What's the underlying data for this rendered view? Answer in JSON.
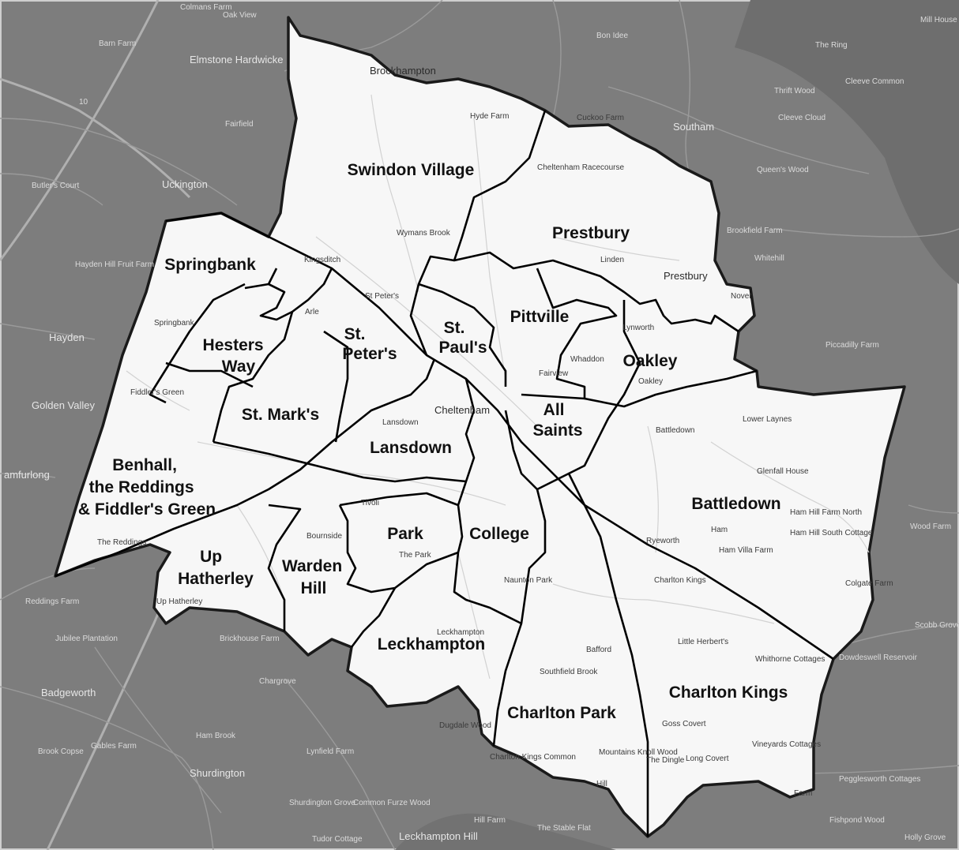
{
  "wards": [
    {
      "id": "swindon-village",
      "lines": [
        "Swindon Village"
      ]
    },
    {
      "id": "prestbury",
      "lines": [
        "Prestbury"
      ]
    },
    {
      "id": "springbank",
      "lines": [
        "Springbank"
      ]
    },
    {
      "id": "pittville",
      "lines": [
        "Pittville"
      ]
    },
    {
      "id": "st-pauls",
      "lines": [
        "St.",
        "Paul's"
      ]
    },
    {
      "id": "st-peters",
      "lines": [
        "St.",
        "Peter's"
      ]
    },
    {
      "id": "hesters-way",
      "lines": [
        "Hesters",
        "Way"
      ]
    },
    {
      "id": "oakley",
      "lines": [
        "Oakley"
      ]
    },
    {
      "id": "st-marks",
      "lines": [
        "St. Mark's"
      ]
    },
    {
      "id": "all-saints",
      "lines": [
        "All",
        "Saints"
      ]
    },
    {
      "id": "lansdown",
      "lines": [
        "Lansdown"
      ]
    },
    {
      "id": "benhall",
      "lines": [
        "Benhall,",
        "the Reddings",
        "& Fiddler's Green"
      ]
    },
    {
      "id": "battledown",
      "lines": [
        "Battledown"
      ]
    },
    {
      "id": "park",
      "lines": [
        "Park"
      ]
    },
    {
      "id": "college",
      "lines": [
        "College"
      ]
    },
    {
      "id": "up-hatherley",
      "lines": [
        "Up",
        "Hatherley"
      ]
    },
    {
      "id": "warden-hill",
      "lines": [
        "Warden",
        "Hill"
      ]
    },
    {
      "id": "leckhampton",
      "lines": [
        "Leckhampton"
      ]
    },
    {
      "id": "charlton-kings",
      "lines": [
        "Charlton Kings"
      ]
    },
    {
      "id": "charlton-park",
      "lines": [
        "Charlton Park"
      ]
    }
  ],
  "places": [
    {
      "id": "colmans-farm",
      "text": "Colmans Farm"
    },
    {
      "id": "oak-view",
      "text": "Oak View"
    },
    {
      "id": "barn-farm",
      "text": "Barn Farm"
    },
    {
      "id": "elmstone-hardwicke",
      "text": "Elmstone Hardwicke"
    },
    {
      "id": "fairfield",
      "text": "Fairfield"
    },
    {
      "id": "uckington",
      "text": "Uckington"
    },
    {
      "id": "butlers-court",
      "text": "Butler's Court"
    },
    {
      "id": "hayden-hill",
      "text": "Hayden Hill Fruit Farm"
    },
    {
      "id": "hayden",
      "text": "Hayden"
    },
    {
      "id": "golden-valley",
      "text": "Golden Valley"
    },
    {
      "id": "amfurlong",
      "text": "amfurlong"
    },
    {
      "id": "reddings-farm",
      "text": "Reddings Farm"
    },
    {
      "id": "jubilee-plantation",
      "text": "Jubilee Plantation"
    },
    {
      "id": "badgeworth",
      "text": "Badgeworth"
    },
    {
      "id": "brook-copse",
      "text": "Brook Copse"
    },
    {
      "id": "gables-farm",
      "text": "Gables Farm"
    },
    {
      "id": "shurdington",
      "text": "Shurdington"
    },
    {
      "id": "ham-brook",
      "text": "Ham Brook"
    },
    {
      "id": "lynfield-farm",
      "text": "Lynfield Farm"
    },
    {
      "id": "chargrove",
      "text": "Chargrove"
    },
    {
      "id": "brickhouse-farm",
      "text": "Brickhouse Farm"
    },
    {
      "id": "shurdington-grove",
      "text": "Shurdington Grove"
    },
    {
      "id": "tudor-cottage",
      "text": "Tudor Cottage"
    },
    {
      "id": "common-furze-wood",
      "text": "Common Furze Wood"
    },
    {
      "id": "leckhampton-hill",
      "text": "Leckhampton Hill"
    },
    {
      "id": "hill-farm",
      "text": "Hill Farm"
    },
    {
      "id": "the-stable-flat",
      "text": "The Stable Flat"
    },
    {
      "id": "bon-idee",
      "text": "Bon Idee"
    },
    {
      "id": "mill-house",
      "text": "Mill House"
    },
    {
      "id": "the-ring",
      "text": "The Ring"
    },
    {
      "id": "cleeve-common",
      "text": "Cleeve Common"
    },
    {
      "id": "thrift-wood",
      "text": "Thrift Wood"
    },
    {
      "id": "cleeve-cloud",
      "text": "Cleeve Cloud"
    },
    {
      "id": "southam",
      "text": "Southam"
    },
    {
      "id": "queens-wood",
      "text": "Queen's Wood"
    },
    {
      "id": "brookfield-farm",
      "text": "Brookfield Farm"
    },
    {
      "id": "whitehill",
      "text": "Whitehill"
    },
    {
      "id": "piccadilly-farm",
      "text": "Piccadilly Farm"
    },
    {
      "id": "wood-farm",
      "text": "Wood Farm"
    },
    {
      "id": "scobb-grove",
      "text": "Scobb Grove"
    },
    {
      "id": "dowdeswell-reservoir",
      "text": "Dowdeswell Reservoir"
    },
    {
      "id": "peggleworth-cottages",
      "text": "Pegglesworth Cottages"
    },
    {
      "id": "fishpond-wood",
      "text": "Fishpond Wood"
    },
    {
      "id": "holly-grove",
      "text": "Holly Grove"
    },
    {
      "id": "brockhampton",
      "text": "Brockhampton"
    },
    {
      "id": "hyde-farm",
      "text": "Hyde Farm"
    },
    {
      "id": "cuckoo-farm",
      "text": "Cuckoo Farm"
    },
    {
      "id": "cheltenham-racecourse",
      "text": "Cheltenham Racecourse"
    },
    {
      "id": "wymans-brook",
      "text": "Wymans Brook"
    },
    {
      "id": "kingsditch",
      "text": "Kingsditch"
    },
    {
      "id": "linden",
      "text": "Linden"
    },
    {
      "id": "prestbury-village",
      "text": "Prestbury"
    },
    {
      "id": "noverton",
      "text": "Nover"
    },
    {
      "id": "lynworth",
      "text": "Lynworth"
    },
    {
      "id": "whaddon",
      "text": "Whaddon"
    },
    {
      "id": "oakley-place",
      "text": "Oakley"
    },
    {
      "id": "fairview",
      "text": "Fairview"
    },
    {
      "id": "st-peters-place",
      "text": "St Peter's"
    },
    {
      "id": "arle",
      "text": "Arle"
    },
    {
      "id": "springbank-place",
      "text": "Springbank"
    },
    {
      "id": "fiddlers-green",
      "text": "Fiddler's Green"
    },
    {
      "id": "tivoli",
      "text": "Tivoli"
    },
    {
      "id": "the-park",
      "text": "The Park"
    },
    {
      "id": "bournside",
      "text": "Bournside"
    },
    {
      "id": "the-reddings",
      "text": "The Reddings"
    },
    {
      "id": "up-hatherley-place",
      "text": "Up Hatherley"
    },
    {
      "id": "naunton-park",
      "text": "Naunton Park"
    },
    {
      "id": "leckhampton-place",
      "text": "Leckhampton"
    },
    {
      "id": "southfield-brook",
      "text": "Southfield Brook"
    },
    {
      "id": "bafford",
      "text": "Bafford"
    },
    {
      "id": "dugdale-wood",
      "text": "Dugdale Wood"
    },
    {
      "id": "charlton-kings-common",
      "text": "Charlton Kings Common"
    },
    {
      "id": "mountains-knoll-wood",
      "text": "Mountains Knoll Wood"
    },
    {
      "id": "the-dingle",
      "text": "The Dingle"
    },
    {
      "id": "long-covert",
      "text": "Long Covert"
    },
    {
      "id": "vineyards-cottages",
      "text": "Vineyards Cottages"
    },
    {
      "id": "whithorne-cottages",
      "text": "Whithorne Cottages"
    },
    {
      "id": "little-herberts",
      "text": "Little Herbert's"
    },
    {
      "id": "charlton-kings-place",
      "text": "Charlton Kings"
    },
    {
      "id": "ryeworth",
      "text": "Ryeworth"
    },
    {
      "id": "ham",
      "text": "Ham"
    },
    {
      "id": "ham-villa-farm",
      "text": "Ham Villa Farm"
    },
    {
      "id": "ham-hill-farm-north",
      "text": "Ham Hill Farm North"
    },
    {
      "id": "ham-hill-south-cottage",
      "text": "Ham Hill South Cottage"
    },
    {
      "id": "glenfall-house",
      "text": "Glenfall House"
    },
    {
      "id": "lower-laynes",
      "text": "Lower Laynes"
    },
    {
      "id": "battledown-place",
      "text": "Battledown"
    },
    {
      "id": "cheltenham",
      "text": "Cheltenham"
    },
    {
      "id": "lansdown-place",
      "text": "Lansdown"
    },
    {
      "id": "hill",
      "text": "Hill"
    },
    {
      "id": "goss-covert",
      "text": "Goss Covert"
    },
    {
      "id": "colgate-farm",
      "text": "Colgate Farm"
    },
    {
      "id": "farm",
      "text": "Farm"
    },
    {
      "id": "m5-junction",
      "text": "10"
    }
  ]
}
